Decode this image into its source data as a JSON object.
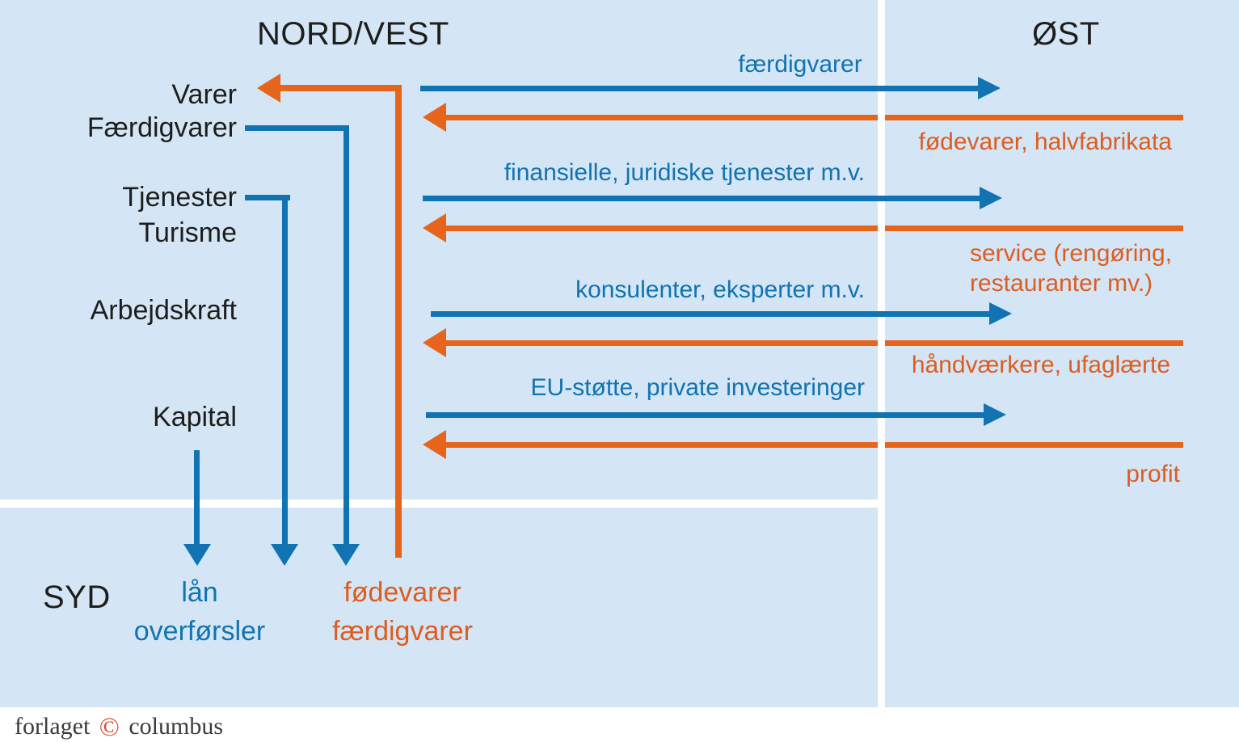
{
  "regions": {
    "northwest": "NORD/VEST",
    "east": "ØST",
    "south": "SYD"
  },
  "left_labels": [
    "Varer",
    "Færdigvarer",
    "Tjenester",
    "Turisme",
    "Arbejdskraft",
    "Kapital"
  ],
  "flows_to_east": [
    {
      "label": "færdigvarer"
    },
    {
      "label": "finansielle, juridiske tjenester m.v."
    },
    {
      "label": "konsulenter, eksperter m.v."
    },
    {
      "label": "EU-støtte, private investeringer"
    }
  ],
  "flows_from_east": [
    {
      "label": "fødevarer, halvfabrikata"
    },
    {
      "label_line1": "service (rengøring,",
      "label_line2": "restauranter mv.)"
    },
    {
      "label": "håndværkere, ufaglærte"
    },
    {
      "label": "profit"
    }
  ],
  "flows_to_south": {
    "labels": [
      "lån",
      "overførsler"
    ]
  },
  "flows_from_south": {
    "labels": [
      "fødevarer",
      "færdigvarer"
    ]
  },
  "footer": {
    "publisher": "forlaget",
    "copyright": "©",
    "name": "columbus"
  },
  "colors": {
    "background_region": "#d4e6f5",
    "blue": "#1173b1",
    "orange_arrow": "#e7641c",
    "orange_text": "#dd5c20",
    "black_text": "#1d1d1b",
    "copyright_red": "#e0452c",
    "divider": "#ffffff"
  }
}
